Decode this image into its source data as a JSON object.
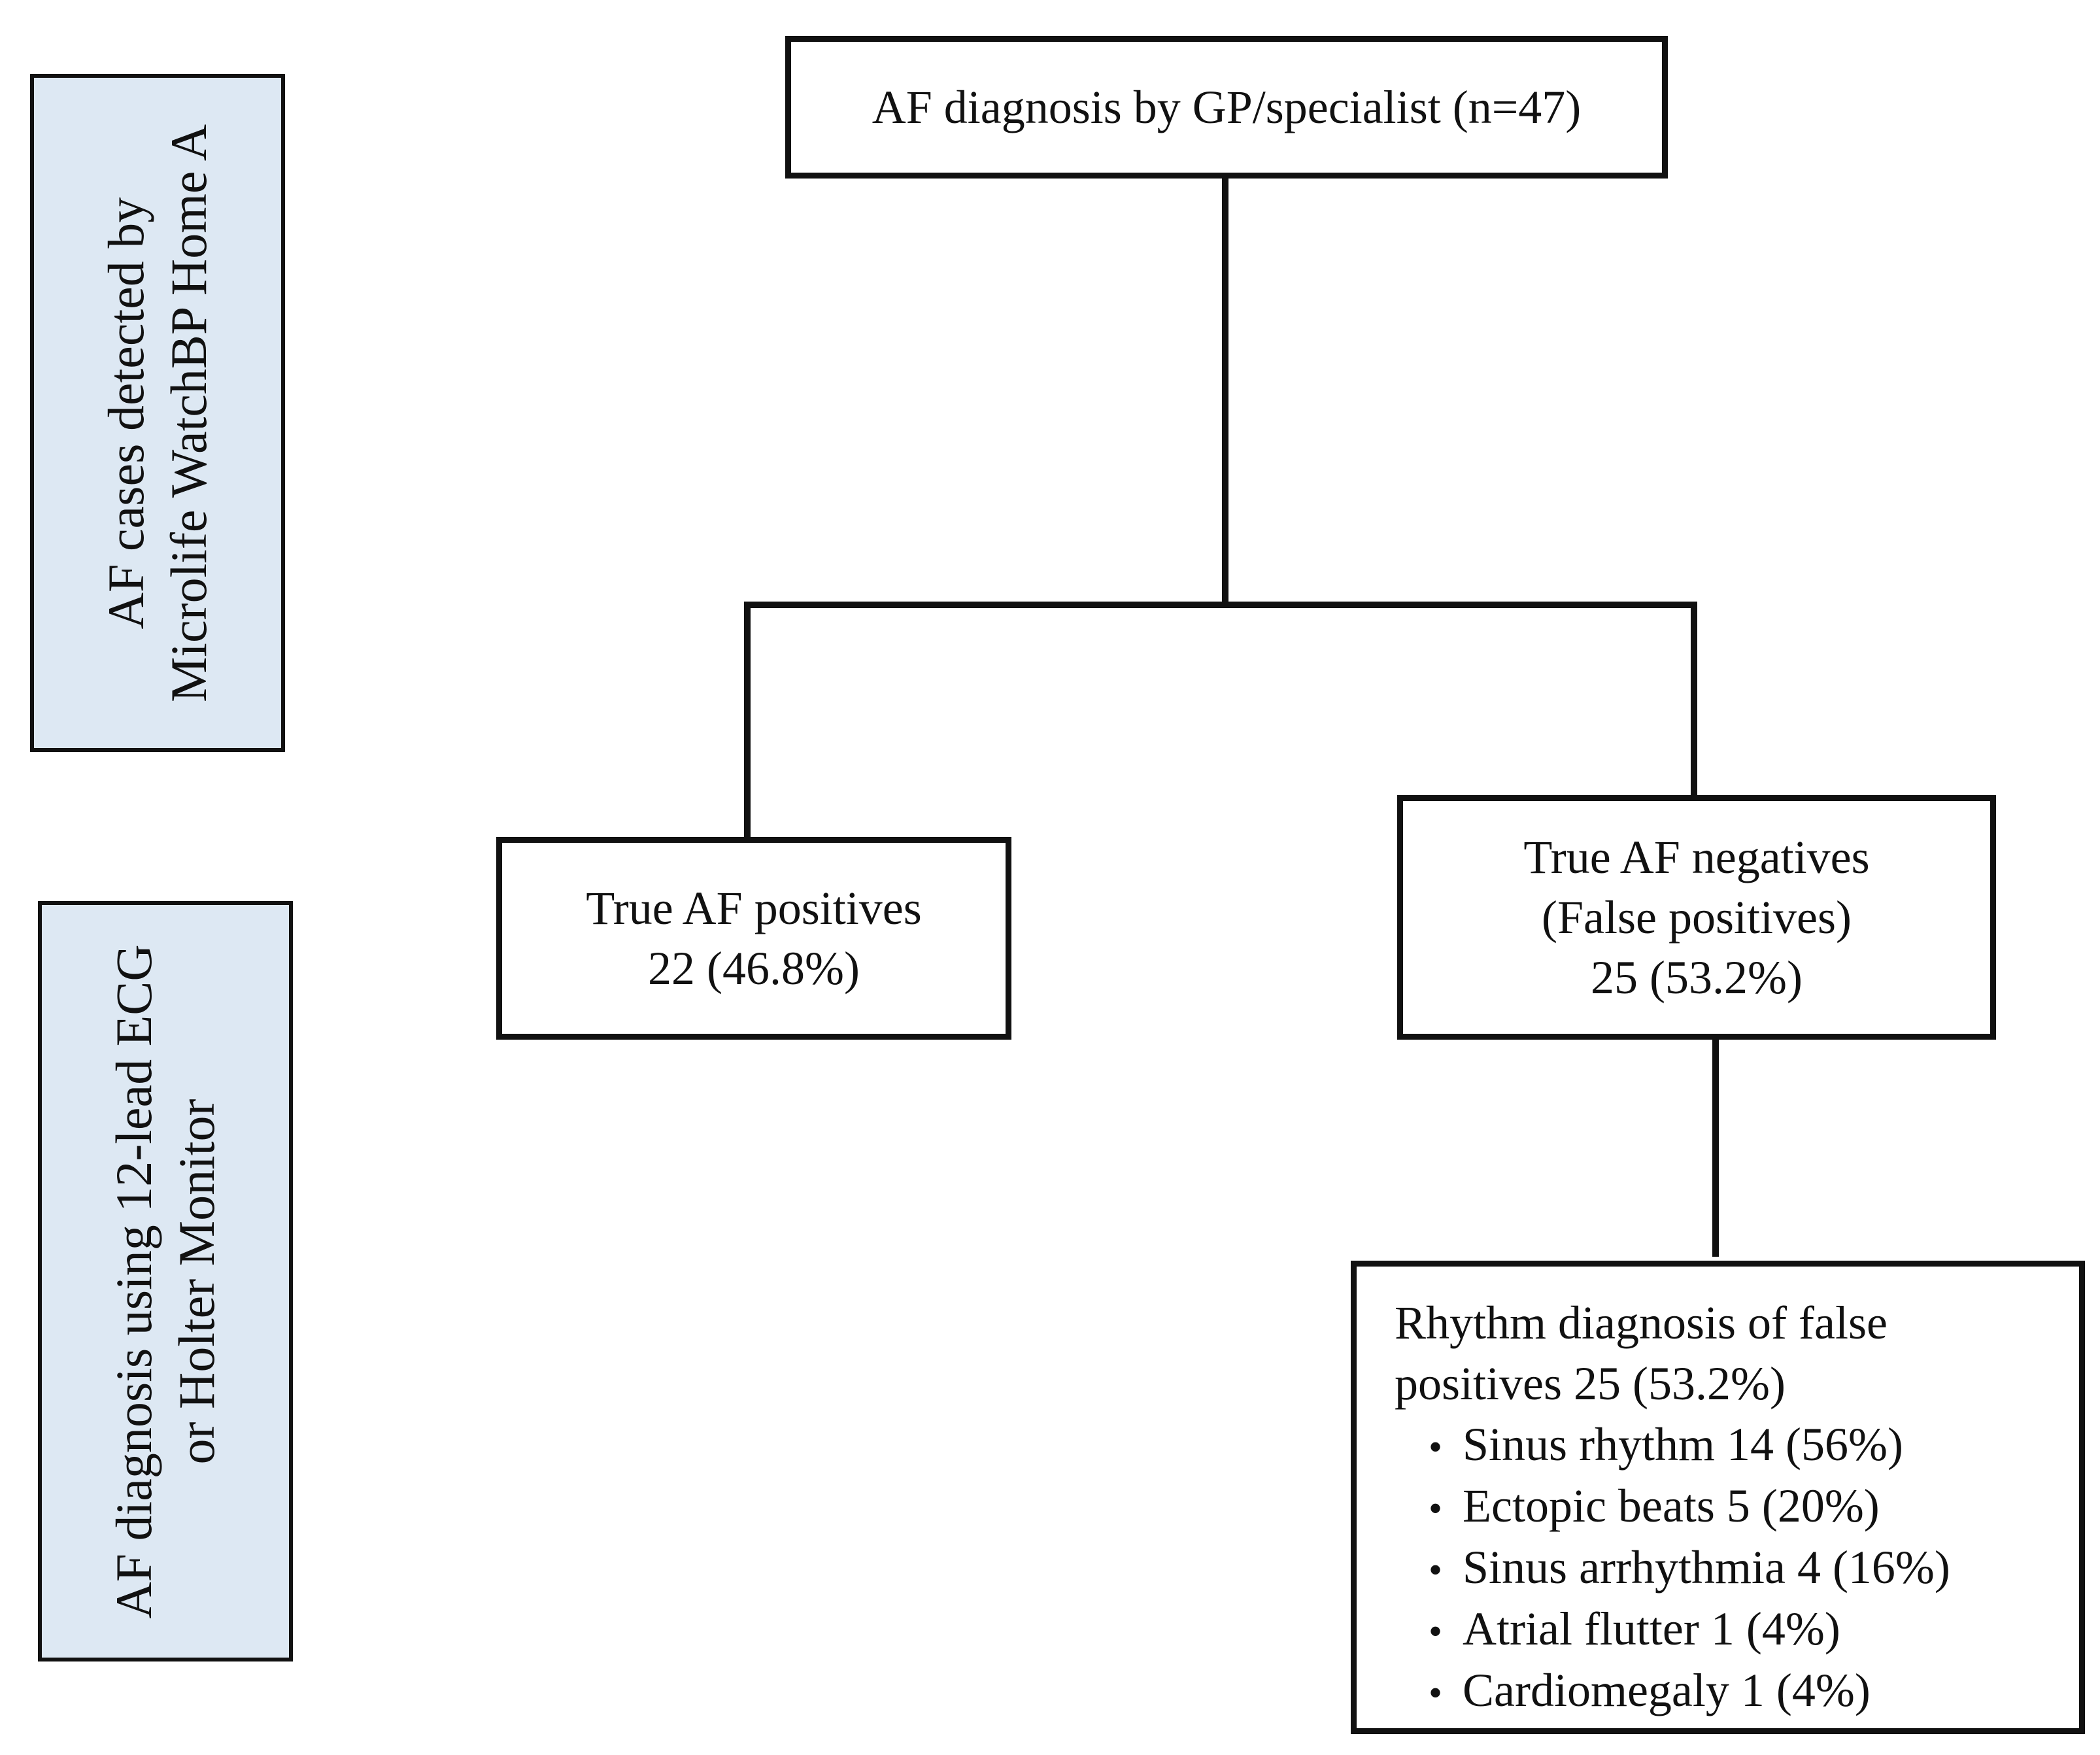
{
  "side_labels": {
    "top": {
      "line1": "AF cases detected by",
      "line2": "Microlife WatchBP Home A"
    },
    "bottom": {
      "line1": "AF diagnosis using 12-lead ECG",
      "line2": "or Holter Monitor"
    }
  },
  "nodes": {
    "root": {
      "label": "AF diagnosis by GP/specialist (n=47)"
    },
    "true_positives": {
      "line1": "True AF positives",
      "line2": "22 (46.8%)"
    },
    "true_negatives": {
      "line1": "True AF negatives",
      "line2": "(False positives)",
      "line3": "25 (53.2%)"
    },
    "rhythm": {
      "line1": "Rhythm diagnosis of false",
      "line2": "positives 25 (53.2%)",
      "items": [
        "Sinus rhythm 14 (56%)",
        "Ectopic beats 5 (20%)",
        "Sinus arrhythmia 4 (16%)",
        "Atrial flutter 1 (4%)",
        "Cardiomegaly 1 (4%)"
      ]
    }
  }
}
